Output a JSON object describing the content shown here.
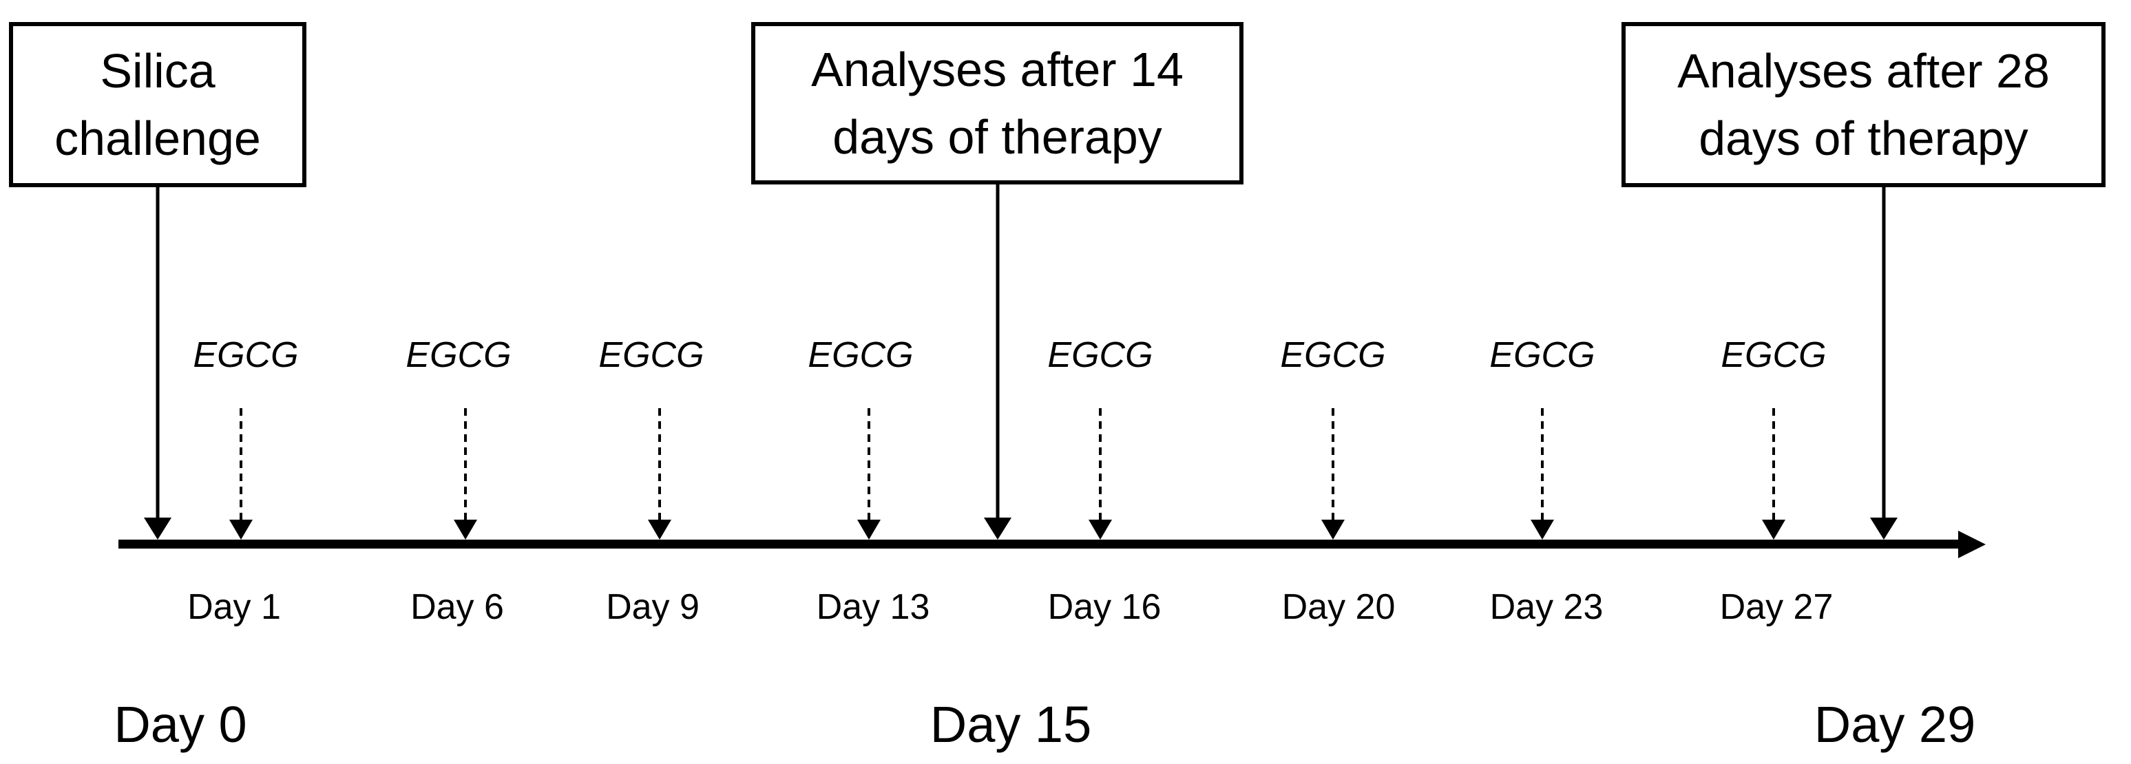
{
  "boxes": {
    "silica": "Silica challenge",
    "after14": "Analyses after 14 days of therapy",
    "after28": "Analyses after 28 days of therapy"
  },
  "events": [
    {
      "egcg": "EGCG",
      "day": "Day 1"
    },
    {
      "egcg": "EGCG",
      "day": "Day 6"
    },
    {
      "egcg": "EGCG",
      "day": "Day 9"
    },
    {
      "egcg": "EGCG",
      "day": "Day 13"
    },
    {
      "egcg": "EGCG",
      "day": "Day 16"
    },
    {
      "egcg": "EGCG",
      "day": "Day 20"
    },
    {
      "egcg": "EGCG",
      "day": "Day 23"
    },
    {
      "egcg": "EGCG",
      "day": "Day 27"
    }
  ],
  "milestones": {
    "start": "Day 0",
    "mid": "Day 15",
    "end": "Day 29"
  },
  "colors": {
    "ink": "#000000",
    "background": "#ffffff"
  }
}
